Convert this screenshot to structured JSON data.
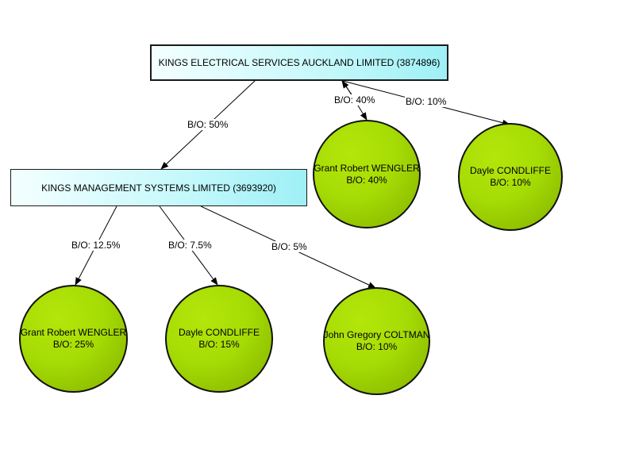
{
  "companies": {
    "top": {
      "name": "KINGS ELECTRICAL SERVICES AUCKLAND LIMITED (3874896)"
    },
    "sub": {
      "name": "KINGS MANAGEMENT SYSTEMS LIMITED (3693920)"
    }
  },
  "persons": [
    {
      "name": "Grant Robert WENGLER",
      "bo": "B/O: 40%"
    },
    {
      "name": "Dayle CONDLIFFE",
      "bo": "B/O: 10%"
    },
    {
      "name": "Grant Robert WENGLER",
      "bo": "B/O: 25%"
    },
    {
      "name": "Dayle CONDLIFFE",
      "bo": "B/O: 15%"
    },
    {
      "name": "John Gregory COLTMAN",
      "bo": "B/O: 10%"
    }
  ],
  "edges": [
    {
      "label": "B/O: 50%"
    },
    {
      "label": "B/O: 40%"
    },
    {
      "label": "B/O: 10%"
    },
    {
      "label": "B/O: 12.5%"
    },
    {
      "label": "B/O: 7.5%"
    },
    {
      "label": "B/O: 5%"
    }
  ]
}
